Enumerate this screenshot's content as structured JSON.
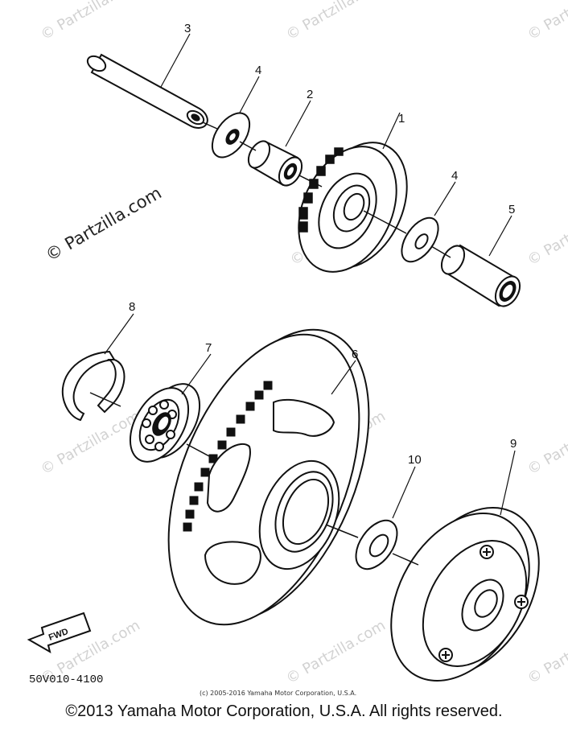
{
  "callouts": {
    "part_1": "1",
    "part_2": "2",
    "part_3": "3",
    "part_4_left": "4",
    "part_4_right": "4",
    "part_5": "5",
    "part_6": "6",
    "part_7": "7",
    "part_8": "8",
    "part_9": "9",
    "part_10": "10"
  },
  "fwd_label": "FWD",
  "diagram_code": "50V010-4100",
  "watermark": "© Partzilla.com",
  "small_copyright": "(c) 2005-2016 Yamaha Motor Corporation, U.S.A.",
  "footer_copyright": "©2013 Yamaha Motor Corporation, U.S.A. All rights reserved."
}
